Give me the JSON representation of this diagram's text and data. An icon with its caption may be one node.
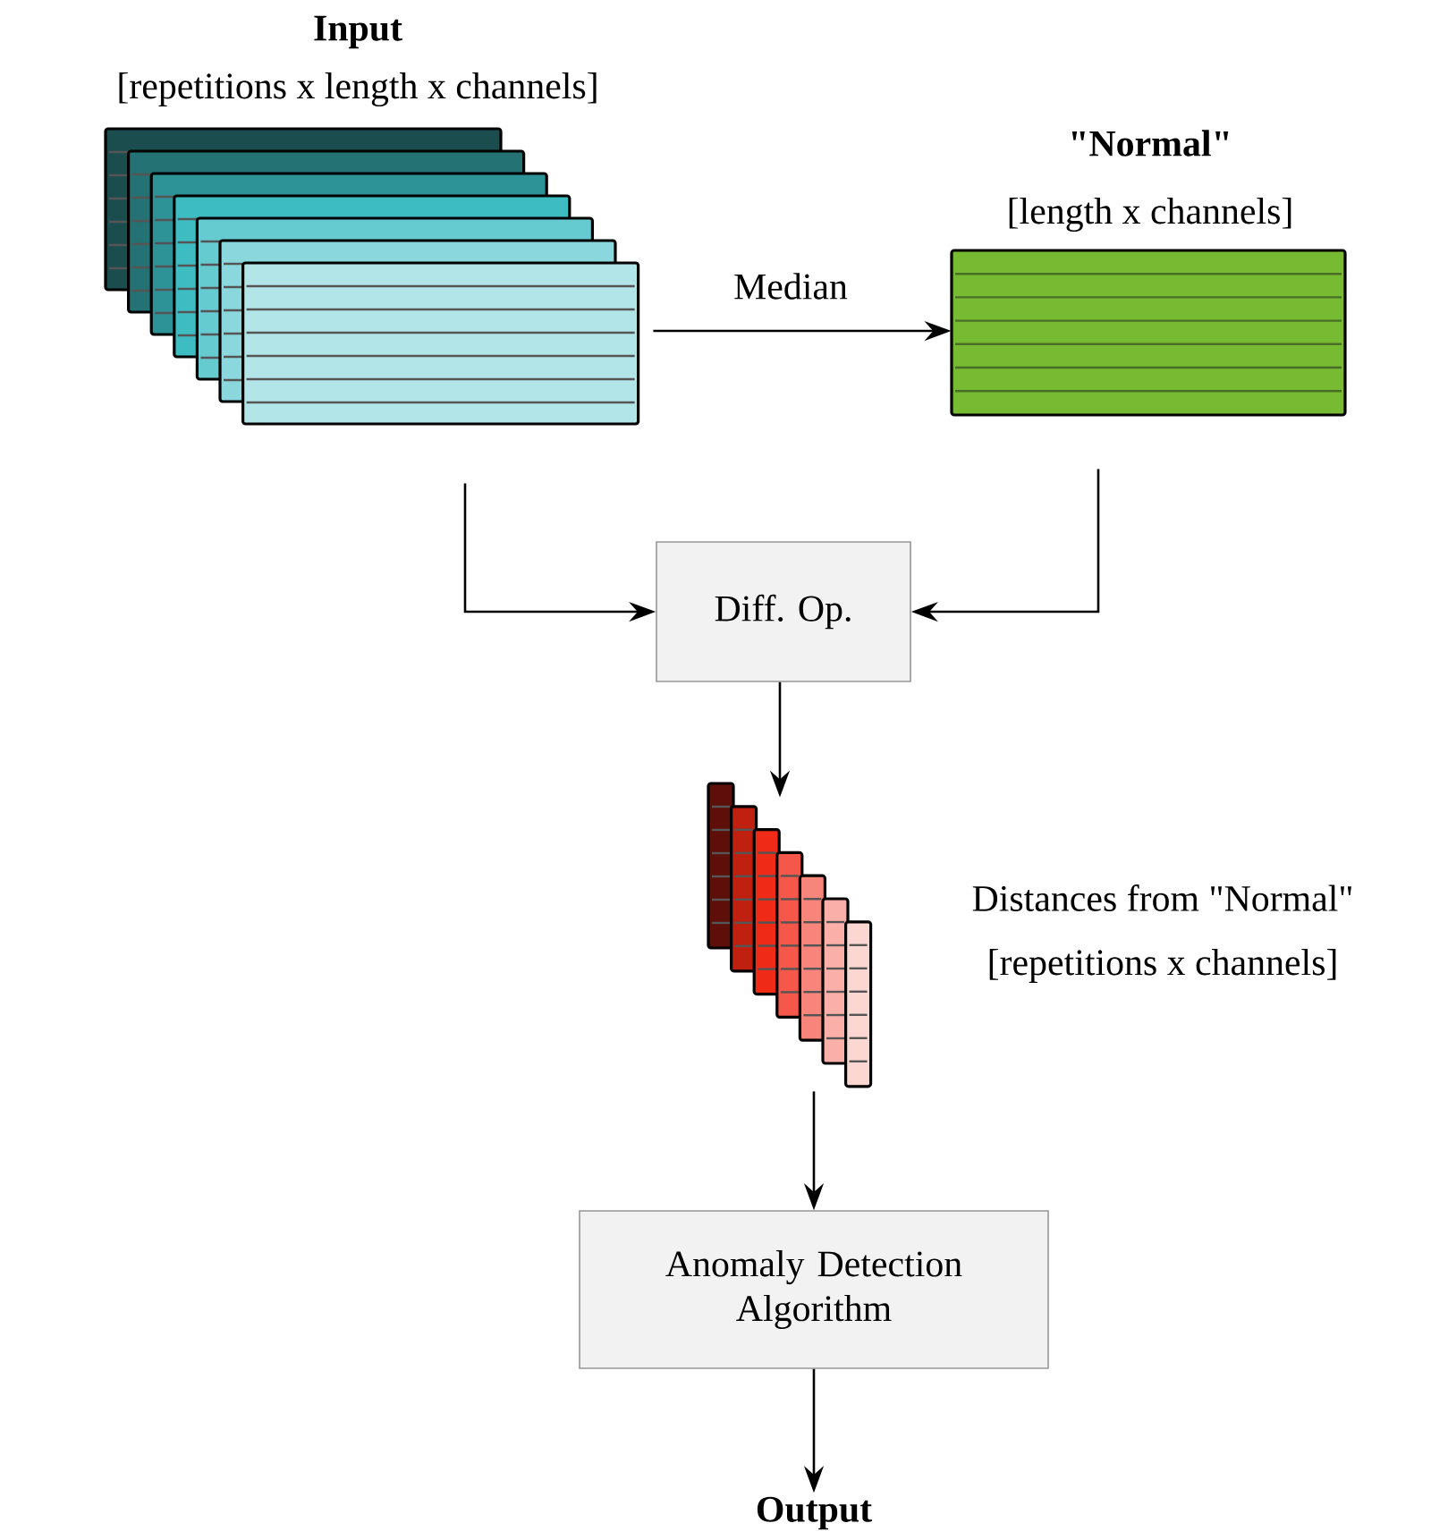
{
  "diagram": {
    "nodes": [
      {
        "text": [
          "Input",
          "[repetitions x length x channels]"
        ]
      },
      {
        "text": [
          "\"Normal\"",
          "[length x channels]"
        ]
      },
      {
        "text": [
          "Diff. Op."
        ]
      },
      {
        "text": [],
        "shape": "picture",
        "beside": [
          "Distances from \"Normal\"",
          "[repetitions x channels]"
        ]
      },
      {
        "text": [
          "Anomaly Detection Algorithm"
        ]
      },
      {
        "text": [
          "Output"
        ]
      }
    ],
    "edges": [
      {
        "from": 0,
        "to": 1,
        "arrow": "to",
        "label": "Median"
      },
      {
        "from": 0,
        "to": 2,
        "arrow": "to"
      },
      {
        "from": 1,
        "to": 2,
        "arrow": "to"
      },
      {
        "from": 2,
        "to": 3,
        "arrow": "to"
      },
      {
        "from": 3,
        "to": 4,
        "arrow": "to"
      },
      {
        "from": 4,
        "to": 5,
        "arrow": "to"
      }
    ]
  }
}
